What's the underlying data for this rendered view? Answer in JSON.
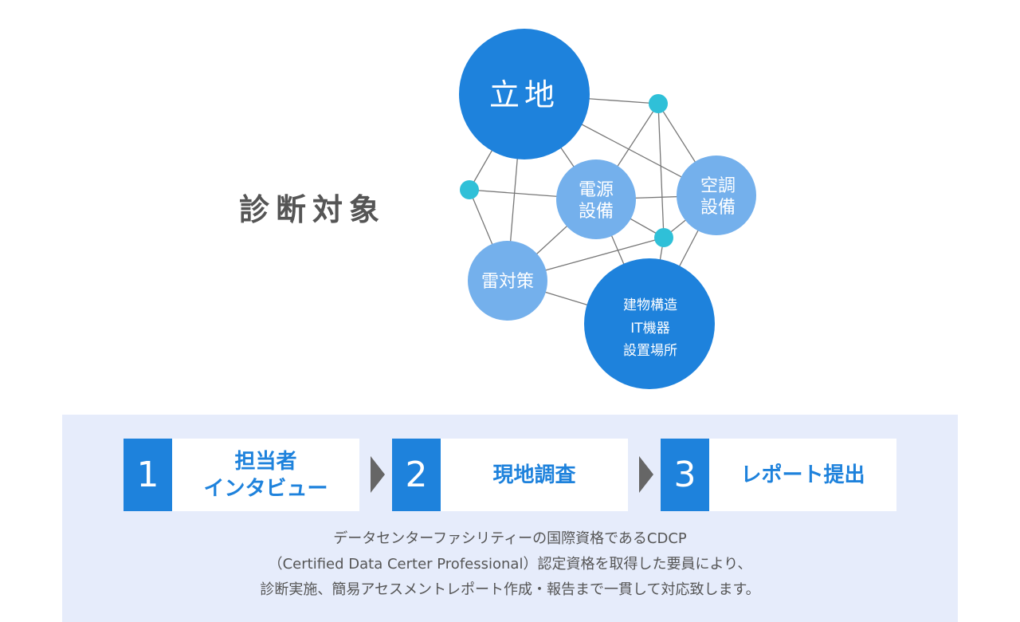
{
  "title": "診断対象",
  "nodes": {
    "location": "立地",
    "power": [
      "電源",
      "設備"
    ],
    "hvac": [
      "空調",
      "設備"
    ],
    "lightning": "雷対策",
    "building": [
      "建物構造",
      "IT機器",
      "設置場所"
    ]
  },
  "colors": {
    "dark_blue": "#1e82dc",
    "light_blue": "#74b0ec",
    "cyan": "#2fc0d8",
    "panel": "#e6ecfb"
  },
  "steps": [
    {
      "num": "1",
      "label": "担当者\nインタビュー"
    },
    {
      "num": "2",
      "label": "現地調査"
    },
    {
      "num": "3",
      "label": "レポート提出"
    }
  ],
  "description": [
    "データセンターファシリティーの国際資格であるCDCP",
    "（Certified Data Certer Professional）認定資格を取得した要員により、",
    "診断実施、簡易アセスメントレポート作成・報告まで一貫して対応致します。"
  ]
}
